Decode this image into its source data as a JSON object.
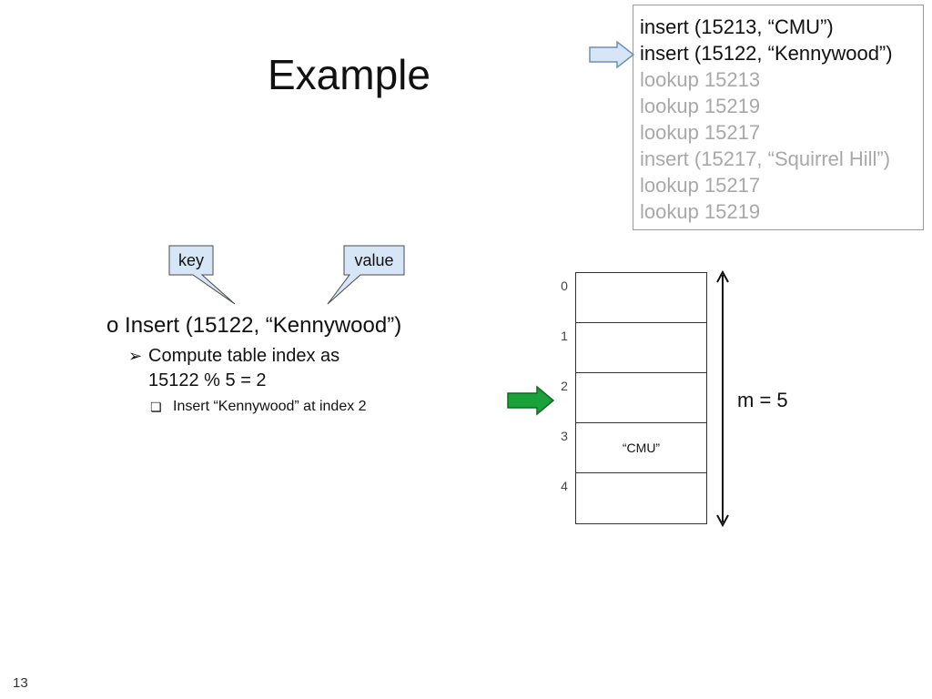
{
  "slide": {
    "title": "Example",
    "page_number": "13"
  },
  "operations": [
    {
      "text": "insert (15213, “CMU”)",
      "state": "done"
    },
    {
      "text": "insert (15122, “Kennywood”)",
      "state": "done"
    },
    {
      "text": "lookup 15213",
      "state": "pending"
    },
    {
      "text": "lookup 15219",
      "state": "pending"
    },
    {
      "text": "lookup 15217",
      "state": "pending"
    },
    {
      "text": "insert (15217, “Squirrel Hill”)",
      "state": "pending"
    },
    {
      "text": "lookup 15217",
      "state": "pending"
    },
    {
      "text": "lookup 15219",
      "state": "pending"
    }
  ],
  "callouts": {
    "key": "key",
    "value": "value"
  },
  "bullets": {
    "level1_marker": "o",
    "level1": "Insert (15122, “Kennywood”)",
    "level2_marker": "➢",
    "level2_line1": "Compute table index as",
    "level2_line2": "15122 % 5 = 2",
    "level3_marker": "❏",
    "level3": "Insert “Kennywood” at index 2"
  },
  "hash_table": {
    "size_label": "m = 5",
    "current_index": 2,
    "slots": [
      {
        "index": "0",
        "value": ""
      },
      {
        "index": "1",
        "value": ""
      },
      {
        "index": "2",
        "value": ""
      },
      {
        "index": "3",
        "value": "“CMU”"
      },
      {
        "index": "4",
        "value": ""
      }
    ]
  },
  "colors": {
    "pointer_arrow_fill": "#d6e6f6",
    "pointer_arrow_stroke": "#6b8fb8",
    "index_arrow_fill": "#1aa23a",
    "index_arrow_stroke": "#0d6b22",
    "callout_fill": "#d6e6f6",
    "callout_stroke": "#4a4a4a",
    "pending_text": "#a8a8a8"
  }
}
